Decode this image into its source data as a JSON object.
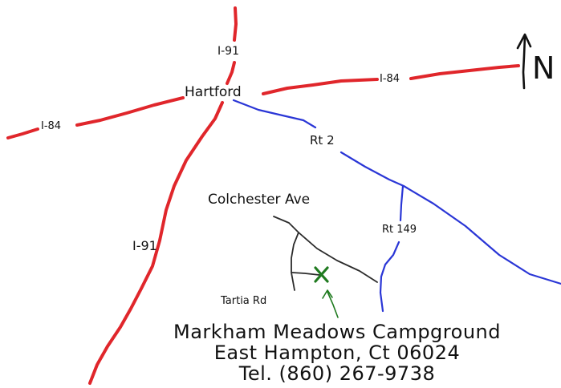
{
  "labels": {
    "i91_north": "I-91",
    "hartford": "Hartford",
    "i84_east": "I-84",
    "i84_west": "I-84",
    "rt2": "Rt 2",
    "colchester_ave": "Colchester Ave",
    "rt149": "Rt 149",
    "i91_south": "I-91",
    "tartia_rd": "Tartia Rd",
    "north": "N"
  },
  "destination": {
    "name": "Markham Meadows Campground",
    "address": "East Hampton, Ct 06024",
    "phone": "Tel. (860) 267-9738"
  },
  "colors": {
    "interstate": "#e0262b",
    "state_route": "#2a36d6",
    "local_road": "#2b2b2b",
    "marker": "#1f7a1f",
    "text": "#111111"
  },
  "icons": {
    "destination_marker": "x-marker-icon",
    "pointer": "arrow-up-icon",
    "north": "north-arrow-icon"
  }
}
